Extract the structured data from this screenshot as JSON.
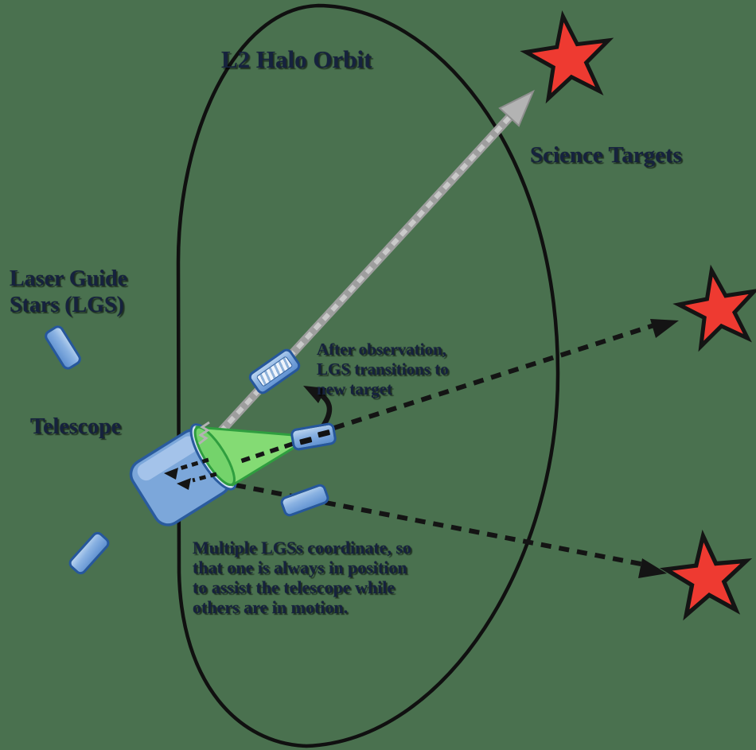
{
  "diagram": {
    "title": "L2 Halo Orbit",
    "labels": {
      "science_targets": "Science Targets",
      "laser_guide_stars": {
        "lines": [
          "Laser Guide",
          "Stars (LGS)"
        ]
      },
      "telescope": "Telescope"
    },
    "annotations": {
      "after_observation": {
        "lines": [
          "After observation,",
          "LGS transitions to",
          "new target"
        ]
      },
      "coordination": {
        "lines": [
          "Multiple LGSs coordinate, so",
          "that one is always in position",
          "to assist the telescope while",
          "others are in motion."
        ]
      }
    },
    "counts": {
      "science_target_stars": 3,
      "lgs_satellites": 5
    },
    "colors": {
      "background": "#4a714f",
      "orbit_stroke": "#101010",
      "star_fill": "#ee3a31",
      "star_stroke": "#141414",
      "satellite_fill": "#7fa9dd",
      "satellite_stroke": "#26579d",
      "telescope_fill": "#7ca7da",
      "cone_fill": "#84db74",
      "cone_stroke": "#2f9e3f",
      "beam_gray": "#b5b5b5",
      "text_navy": "#16223e"
    }
  }
}
